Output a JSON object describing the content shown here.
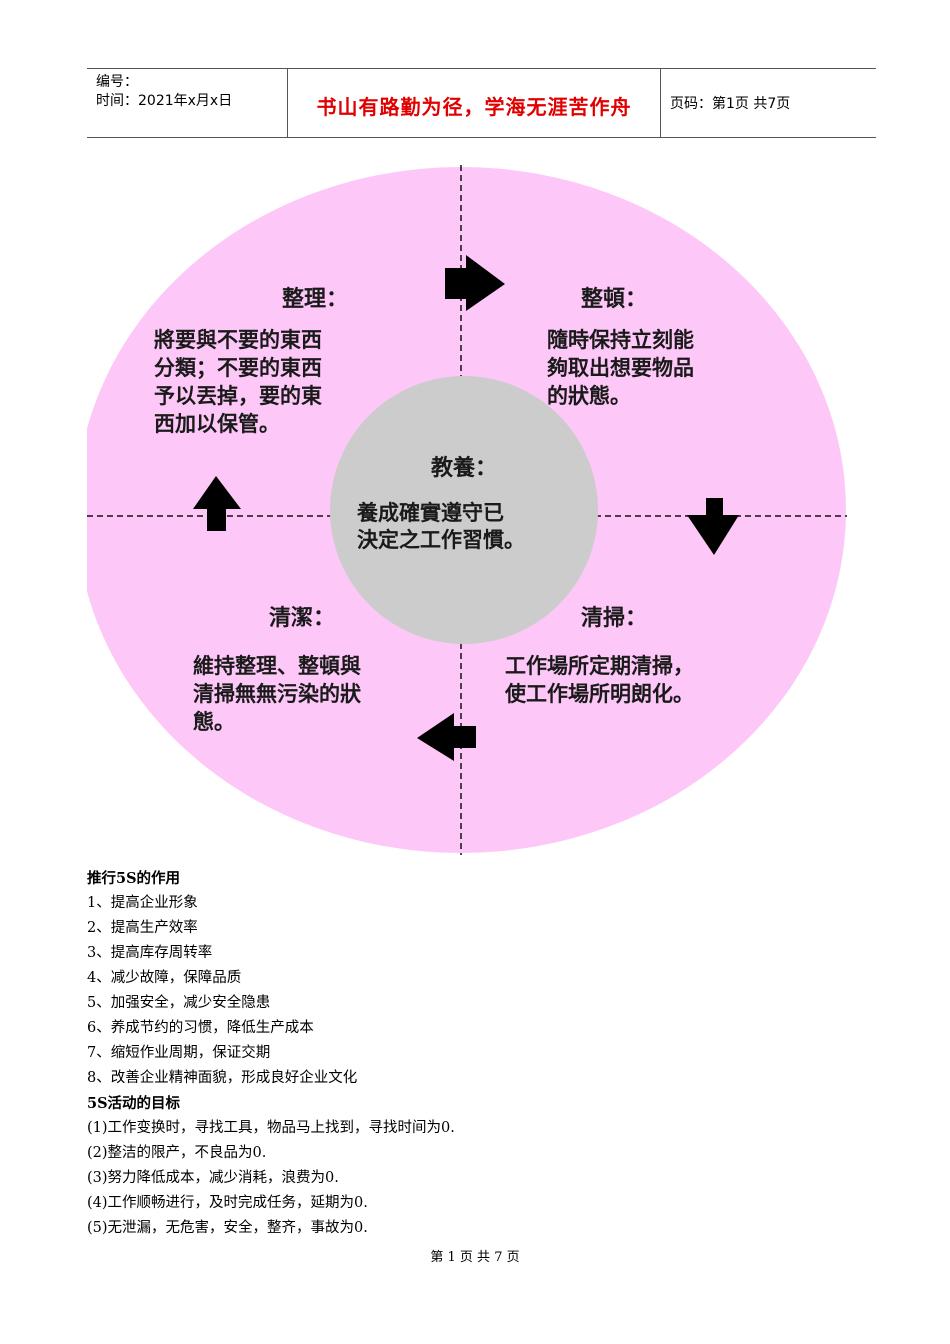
{
  "header": {
    "number_label": "编号：",
    "time_label": "时间：2021年x月x日",
    "motto": "书山有路勤为径，学海无涯苦作舟",
    "page_info": "页码：第1页  共7页"
  },
  "diagram": {
    "colors": {
      "ring": "#fdc8f8",
      "center": "#cccccc",
      "arrow": "#000000"
    },
    "quadrants": {
      "top_left": {
        "title": "整理：",
        "lines": [
          "將要與不要的東西",
          "分類；不要的東西",
          "予以丟掉，要的東",
          "西加以保管。"
        ]
      },
      "top_right": {
        "title": "整頓：",
        "lines": [
          "隨時保持立刻能",
          "夠取出想要物品",
          "的狀態。"
        ]
      },
      "bottom_left": {
        "title": "清潔：",
        "lines": [
          "維持整理、整頓與",
          "清掃無無污染的狀",
          "態。"
        ]
      },
      "bottom_right": {
        "title": "清掃：",
        "lines": [
          "工作場所定期清掃，",
          "使工作場所明朗化。"
        ]
      }
    },
    "center": {
      "title": "教養：",
      "lines": [
        "養成確實遵守已",
        "決定之工作習慣。"
      ]
    },
    "arrows": [
      "arrow-right-icon",
      "arrow-down-icon",
      "arrow-left-icon",
      "arrow-up-icon"
    ]
  },
  "content": {
    "section1_title": "推行5S的作用",
    "section1_items": [
      "1、提高企业形象",
      "2、提高生产效率",
      "3、提高库存周转率",
      "4、减少故障，保障品质",
      "5、加强安全，减少安全隐患",
      "6、养成节约的习惯，降低生产成本",
      "7、缩短作业周期，保证交期",
      "8、改善企业精神面貌，形成良好企业文化"
    ],
    "section2_title": "5S活动的目标",
    "section2_items": [
      "(1)工作变换时，寻找工具，物品马上找到，寻找时间为0.",
      "(2)整洁的限产，不良品为0.",
      "(3)努力降低成本，减少消耗，浪费为0.",
      "(4)工作顺畅进行，及时完成任务，延期为0.",
      "(5)无泄漏，无危害，安全，整齐，事故为0."
    ]
  },
  "footer": {
    "text": "第 1 页 共 7 页"
  }
}
